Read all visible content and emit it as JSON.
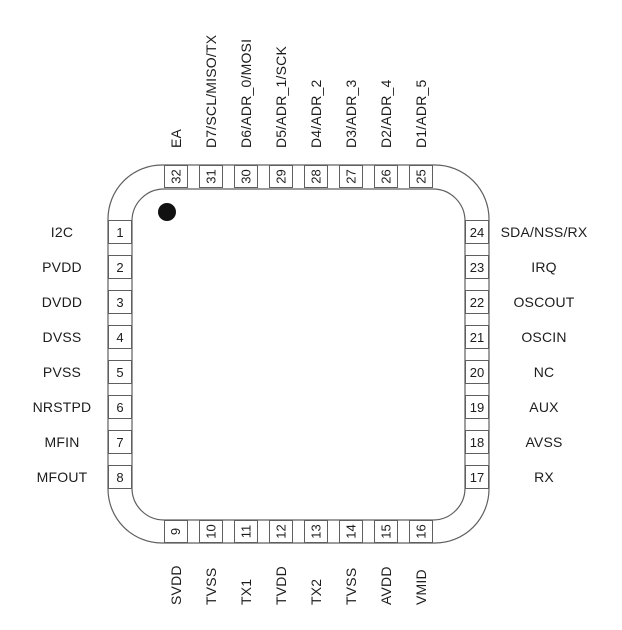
{
  "diagram": {
    "type": "ic-pinout",
    "package": "32-pin quad flat package, 8 pins per side",
    "pin1_marker": "filled dot near pin 1 corner"
  },
  "colors": {
    "background": "#ffffff",
    "line": "#5f5f5f",
    "text": "#1c1c1c",
    "marker": "#111111"
  },
  "pins": {
    "left": [
      {
        "num": "1",
        "label": "I2C"
      },
      {
        "num": "2",
        "label": "PVDD"
      },
      {
        "num": "3",
        "label": "DVDD"
      },
      {
        "num": "4",
        "label": "DVSS"
      },
      {
        "num": "5",
        "label": "PVSS"
      },
      {
        "num": "6",
        "label": "NRSTPD"
      },
      {
        "num": "7",
        "label": "MFIN"
      },
      {
        "num": "8",
        "label": "MFOUT"
      }
    ],
    "right": [
      {
        "num": "24",
        "label": "SDA/NSS/RX"
      },
      {
        "num": "23",
        "label": "IRQ"
      },
      {
        "num": "22",
        "label": "OSCOUT"
      },
      {
        "num": "21",
        "label": "OSCIN"
      },
      {
        "num": "20",
        "label": "NC"
      },
      {
        "num": "19",
        "label": "AUX"
      },
      {
        "num": "18",
        "label": "AVSS"
      },
      {
        "num": "17",
        "label": "RX"
      }
    ],
    "top": [
      {
        "num": "32",
        "label": "EA"
      },
      {
        "num": "31",
        "label": "D7/SCL/MISO/TX"
      },
      {
        "num": "30",
        "label": "D6/ADR_0/MOSI"
      },
      {
        "num": "29",
        "label": "D5/ADR_1/SCK"
      },
      {
        "num": "28",
        "label": "D4/ADR_2"
      },
      {
        "num": "27",
        "label": "D3/ADR_3"
      },
      {
        "num": "26",
        "label": "D2/ADR_4"
      },
      {
        "num": "25",
        "label": "D1/ADR_5"
      }
    ],
    "bottom": [
      {
        "num": "9",
        "label": "SVDD"
      },
      {
        "num": "10",
        "label": "TVSS"
      },
      {
        "num": "11",
        "label": "TX1"
      },
      {
        "num": "12",
        "label": "TVDD"
      },
      {
        "num": "13",
        "label": "TX2"
      },
      {
        "num": "14",
        "label": "TVSS"
      },
      {
        "num": "15",
        "label": "AVDD"
      },
      {
        "num": "16",
        "label": "VMID"
      }
    ]
  }
}
